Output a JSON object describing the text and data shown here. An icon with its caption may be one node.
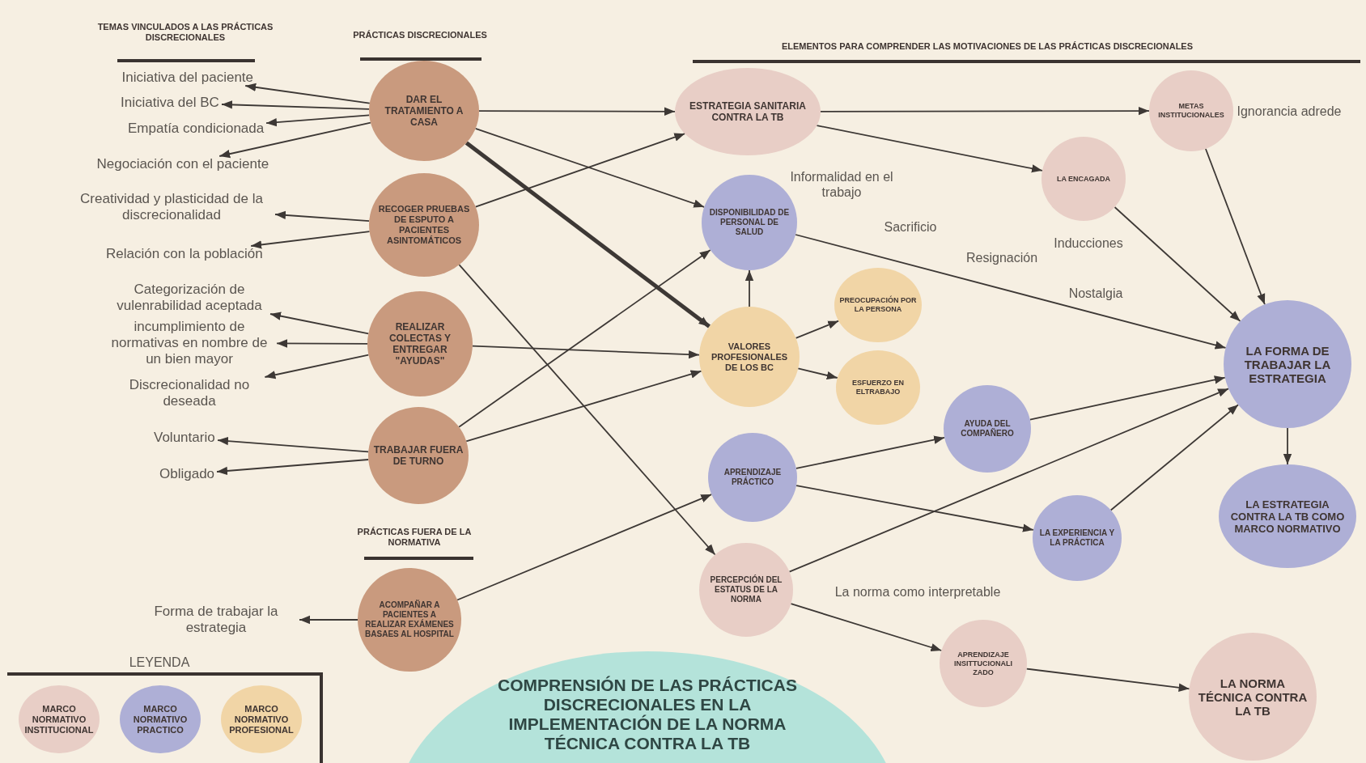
{
  "diagram": {
    "nodes": [
      {
        "text": [
          "Iniciativa del paciente"
        ]
      },
      {
        "text": [
          "Iniciativa del BC"
        ]
      },
      {
        "text": [
          "Empatía condicionada"
        ]
      },
      {
        "text": [
          "Negociación con el paciente"
        ]
      },
      {
        "text": [
          "Creatividad y plasticidad de la discrecionalidad"
        ]
      },
      {
        "text": [
          "Relación con la población"
        ]
      },
      {
        "text": [
          "Categorización de vulenrabilidad aceptada"
        ]
      },
      {
        "text": [
          "incumplimiento de normativas en nombre de un bien mayor"
        ]
      },
      {
        "text": [
          "Discrecionalidad no deseada"
        ]
      },
      {
        "text": [
          "Voluntario"
        ]
      },
      {
        "text": [
          "Obligado"
        ]
      },
      {
        "text": [
          "Forma de trabajar la estrategia"
        ]
      },
      {
        "text": [
          "DAR EL TRATAMIENTO A CASA"
        ]
      },
      {
        "text": [
          "RECOGER PRUEBAS DE ESPUTO A PACIENTES ASINTOMÁTICOS"
        ]
      },
      {
        "text": [
          "REALIZAR COLECTAS Y ENTREGAR \"AYUDAS\""
        ]
      },
      {
        "text": [
          "TRABAJAR FUERA DE TURNO"
        ]
      },
      {
        "text": [
          "ACOMPAÑAR A PACIENTES A REALIZAR EXÁMENES BASAES AL HOSPITAL"
        ]
      },
      {
        "text": [
          "ESTRATEGIA SANITARIA CONTRA LA TB"
        ]
      },
      {
        "text": [
          "DISPONIBILIDAD DE PERSONAL DE SALUD"
        ]
      },
      {
        "text": [
          "VALORES PROFESIONALES DE LOS BC"
        ]
      },
      {
        "text": [
          "PREOCUPACIÓN POR LA PERSONA"
        ]
      },
      {
        "text": [
          "ESFUERZO EN ELTRABAJO"
        ]
      },
      {
        "text": [
          "APRENDIZAJE PRÁCTICO"
        ]
      },
      {
        "text": [
          "PERCEPCIÓN DEL ESTATUS DE LA NORMA"
        ]
      },
      {
        "text": [
          "METAS INSTITUCIONALES"
        ]
      },
      {
        "text": [
          "LA ENCAGADA"
        ]
      },
      {
        "text": [
          "AYUDA DEL COMPAÑERO"
        ]
      },
      {
        "text": [
          "LA EXPERIENCIA Y LA PRÁCTICA"
        ]
      },
      {
        "text": [
          "APRENDIZAJE INSITTUCIONALI ZADO"
        ]
      },
      {
        "text": [
          "LA FORMA DE TRABAJAR LA ESTRATEGIA"
        ]
      },
      {
        "text": [
          "LA ESTRATEGIA CONTRA LA TB COMO MARCO NORMATIVO"
        ]
      },
      {
        "text": [
          "LA NORMA TÉCNICA CONTRA LA TB"
        ]
      },
      {
        "text": [
          "COMPRENSIÓN DE LAS PRÁCTICAS DISCRECIONALES EN LA IMPLEMENTACIÓN DE LA NORMA TÉCNICA CONTRA LA TB"
        ]
      }
    ],
    "edges": [
      {
        "from": 12,
        "to": 0,
        "arrow": "to"
      },
      {
        "from": 12,
        "to": 1,
        "arrow": "to"
      },
      {
        "from": 12,
        "to": 2,
        "arrow": "to"
      },
      {
        "from": 12,
        "to": 3,
        "arrow": "to"
      },
      {
        "from": 13,
        "to": 4,
        "arrow": "to"
      },
      {
        "from": 13,
        "to": 5,
        "arrow": "to"
      },
      {
        "from": 14,
        "to": 6,
        "arrow": "to"
      },
      {
        "from": 14,
        "to": 7,
        "arrow": "to"
      },
      {
        "from": 14,
        "to": 8,
        "arrow": "to"
      },
      {
        "from": 15,
        "to": 9,
        "arrow": "to"
      },
      {
        "from": 15,
        "to": 10,
        "arrow": "to"
      },
      {
        "from": 16,
        "to": 11,
        "arrow": "to"
      },
      {
        "from": 12,
        "to": 17,
        "arrow": "to"
      },
      {
        "from": 12,
        "to": 18,
        "arrow": "to"
      },
      {
        "from": 12,
        "to": 19,
        "arrow": "to",
        "style": "thick"
      },
      {
        "from": 13,
        "to": 17,
        "arrow": "to"
      },
      {
        "from": 13,
        "to": 23,
        "arrow": "to"
      },
      {
        "from": 14,
        "to": 19,
        "arrow": "to"
      },
      {
        "from": 15,
        "to": 18,
        "arrow": "to"
      },
      {
        "from": 15,
        "to": 19,
        "arrow": "to"
      },
      {
        "from": 16,
        "to": 22,
        "arrow": "to"
      },
      {
        "from": 19,
        "to": 18,
        "arrow": "to"
      },
      {
        "from": 19,
        "to": 20,
        "arrow": "to"
      },
      {
        "from": 19,
        "to": 21,
        "arrow": "to"
      },
      {
        "from": 17,
        "to": 24,
        "arrow": "to"
      },
      {
        "from": 17,
        "to": 25,
        "arrow": "to"
      },
      {
        "from": 18,
        "to": 29,
        "arrow": "to",
        "label": "Nostalgia"
      },
      {
        "from": 24,
        "to": 29,
        "arrow": "to",
        "label": "Ignorancia adrede"
      },
      {
        "from": 25,
        "to": 29,
        "arrow": "to",
        "label": "Inducciones"
      },
      {
        "from": 22,
        "to": 26,
        "arrow": "to"
      },
      {
        "from": 22,
        "to": 27,
        "arrow": "to"
      },
      {
        "from": 26,
        "to": 29,
        "arrow": "to"
      },
      {
        "from": 27,
        "to": 29,
        "arrow": "to"
      },
      {
        "from": 23,
        "to": 29,
        "arrow": "to",
        "label": "La norma como interpretable"
      },
      {
        "from": 23,
        "to": 28,
        "arrow": "to"
      },
      {
        "from": 28,
        "to": 31,
        "arrow": "to"
      },
      {
        "from": 29,
        "to": 30,
        "arrow": "to"
      }
    ],
    "labels": [
      "TEMAS VINCULADOS A LAS PRÁCTICAS DISCRECIONALES",
      "PRÁCTICAS DISCRECIONALES",
      "ELEMENTOS PARA COMPRENDER LAS MOTIVACIONES DE LAS PRÁCTICAS DISCRECIONALES",
      "Informalidad en el trabajo",
      "Sacrificio",
      "Resignación",
      "PRÁCTICAS FUERA DE LA NORMATIVA",
      "LEYENDA"
    ],
    "legend": [
      {
        "text": "MARCO NORMATIVO INSTITUCIONAL",
        "color": "#e8cec6"
      },
      {
        "text": "MARCO NORMATIVO PRACTICO",
        "color": "#aeafd6"
      },
      {
        "text": "MARCO NORMATIVO PROFESIONAL",
        "color": "#f1d5a6"
      }
    ]
  }
}
